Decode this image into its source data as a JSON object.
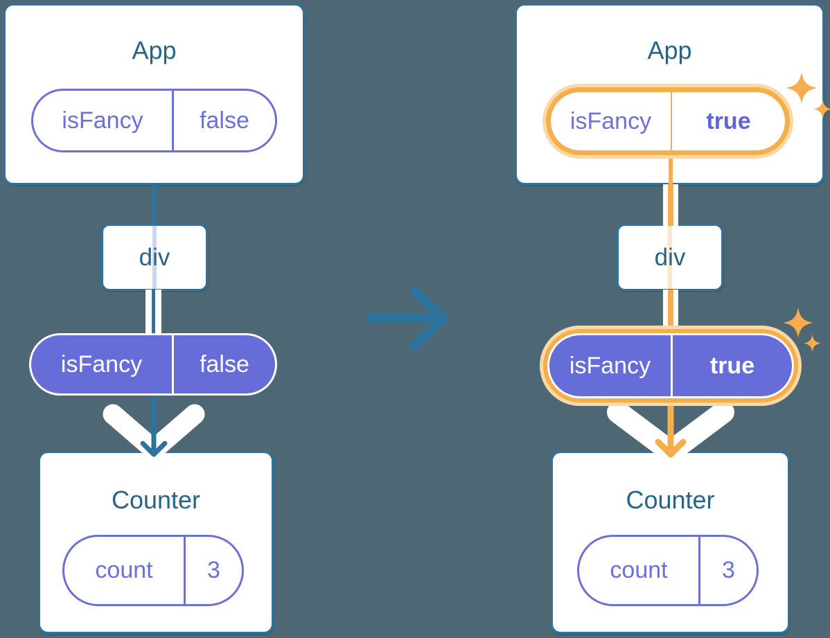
{
  "colors": {
    "background": "#4D6874",
    "box_border_teal": "#2D73A0",
    "title_text_teal": "#26648A",
    "purple_text_outline": "#6B70DA",
    "purple_fill": "#676DD8",
    "highlight_orange": "#F6AE4D",
    "highlight_halo": "#FAD9A6",
    "faint_blue_trace": "#CBD7EE",
    "faint_orange_trace": "#FBE7CA",
    "white": "#FFFFFF"
  },
  "before": {
    "app": {
      "title": "App",
      "prop": {
        "key": "isFancy",
        "value": "false"
      }
    },
    "div": {
      "label": "div"
    },
    "prop_pill": {
      "key": "isFancy",
      "value": "false"
    },
    "counter": {
      "title": "Counter",
      "state": {
        "key": "count",
        "value": "3"
      }
    }
  },
  "after": {
    "app": {
      "title": "App",
      "prop": {
        "key": "isFancy",
        "value": "true"
      }
    },
    "div": {
      "label": "div"
    },
    "prop_pill": {
      "key": "isFancy",
      "value": "true"
    },
    "counter": {
      "title": "Counter",
      "state": {
        "key": "count",
        "value": "3"
      }
    }
  },
  "icons": {
    "transition_arrow": "right-arrow-icon",
    "props_flow_arrow": "down-arrow-icon",
    "highlight_sparkles": "sparkle-icon"
  }
}
